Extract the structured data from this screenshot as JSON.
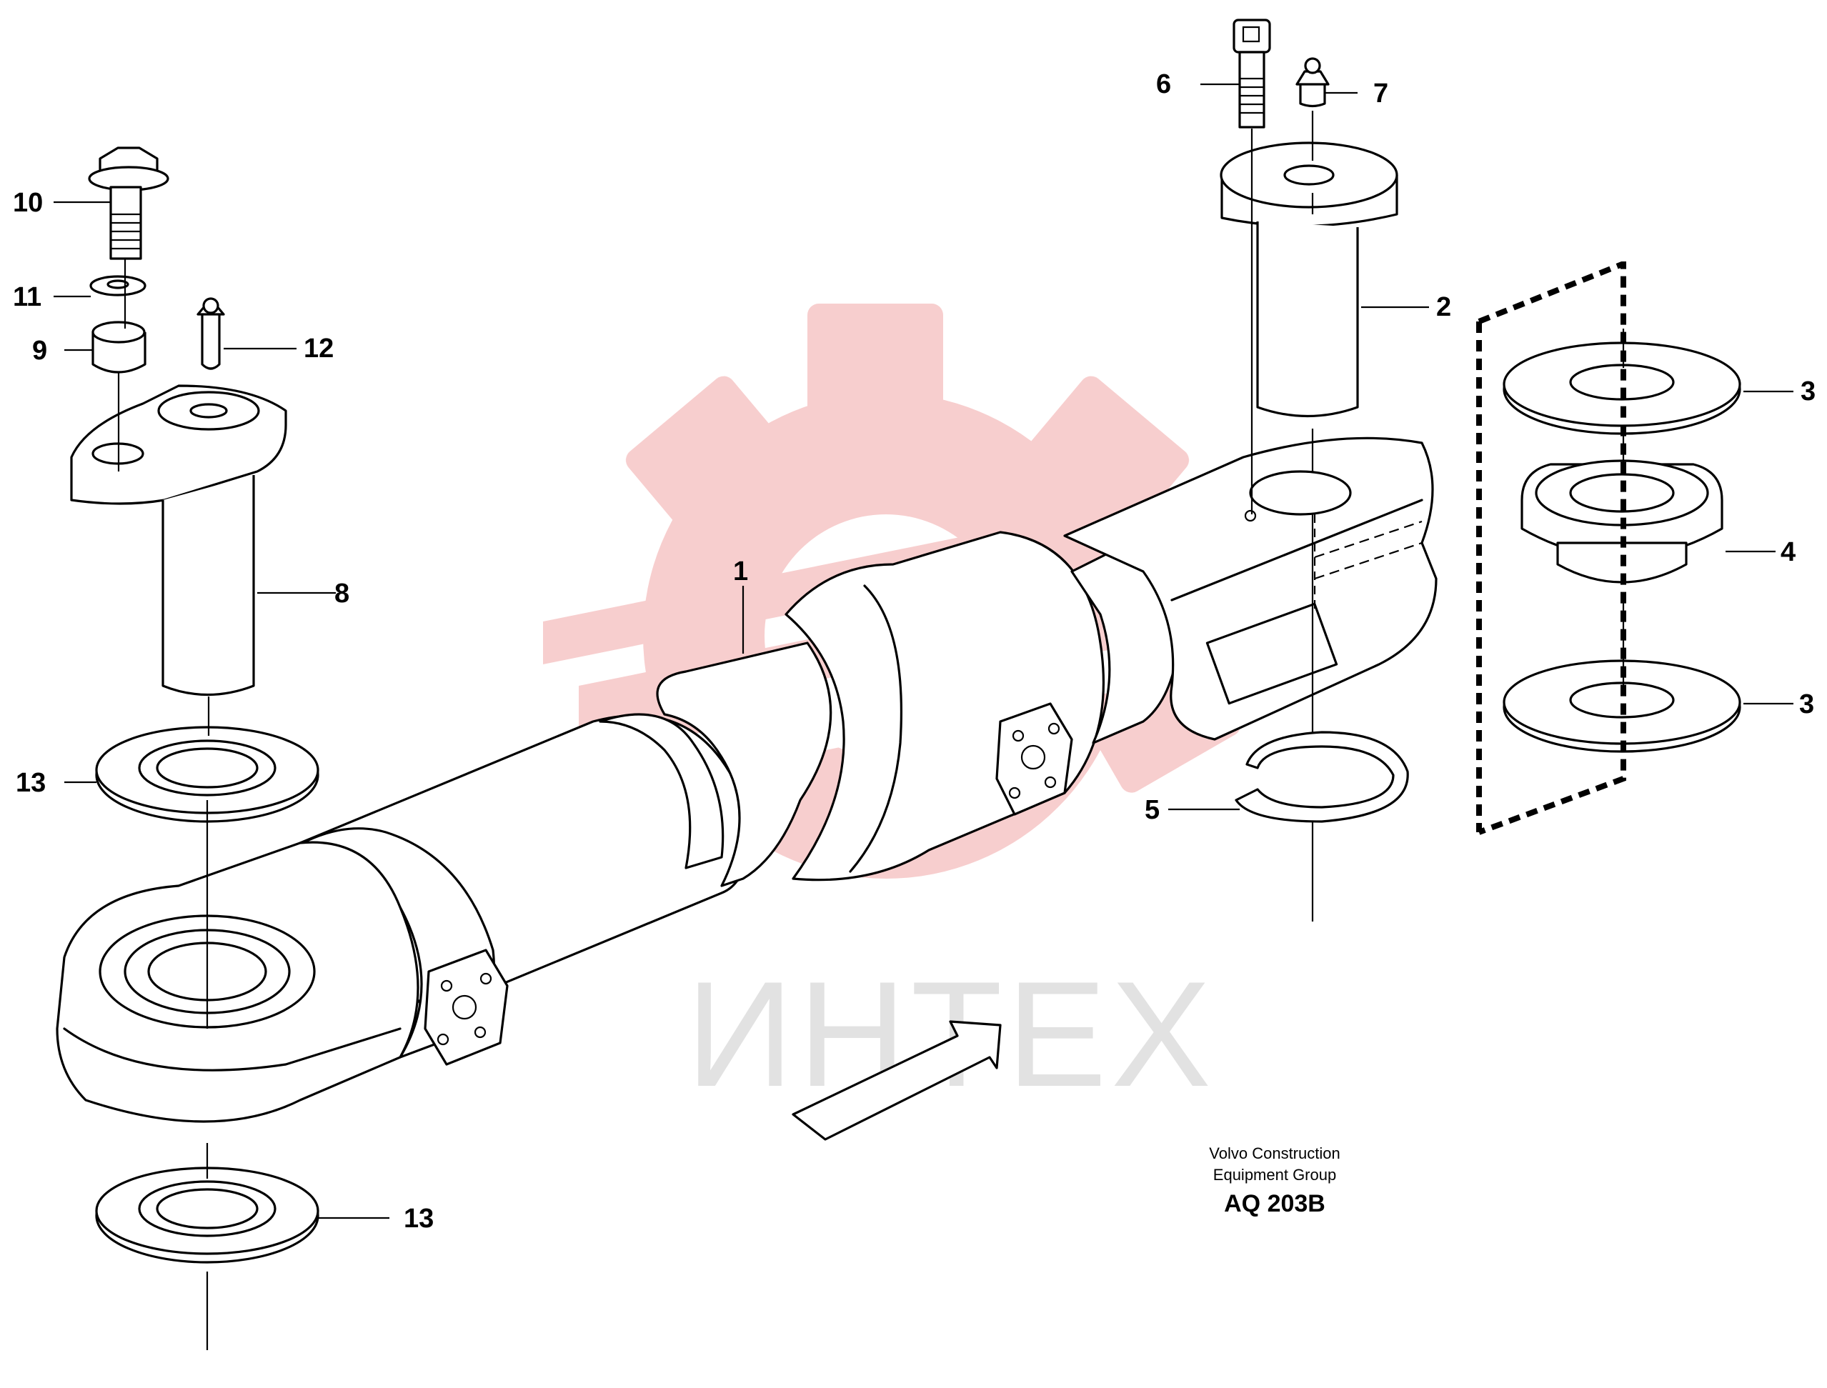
{
  "watermark": {
    "text": "ИНТЕХ",
    "logo_color": "#f7c9c9",
    "text_color": "#e2e2e2"
  },
  "callouts": [
    {
      "id": "c1",
      "label": "1"
    },
    {
      "id": "c2",
      "label": "2"
    },
    {
      "id": "c3a",
      "label": "3"
    },
    {
      "id": "c3b",
      "label": "3"
    },
    {
      "id": "c4",
      "label": "4"
    },
    {
      "id": "c5",
      "label": "5"
    },
    {
      "id": "c6",
      "label": "6"
    },
    {
      "id": "c7",
      "label": "7"
    },
    {
      "id": "c8",
      "label": "8"
    },
    {
      "id": "c9",
      "label": "9"
    },
    {
      "id": "c10",
      "label": "10"
    },
    {
      "id": "c11",
      "label": "11"
    },
    {
      "id": "c12",
      "label": "12"
    },
    {
      "id": "c13a",
      "label": "13"
    },
    {
      "id": "c13b",
      "label": "13"
    }
  ],
  "caption": {
    "line1": "Volvo Construction",
    "line2": "Equipment Group",
    "code": "AQ 203B"
  }
}
